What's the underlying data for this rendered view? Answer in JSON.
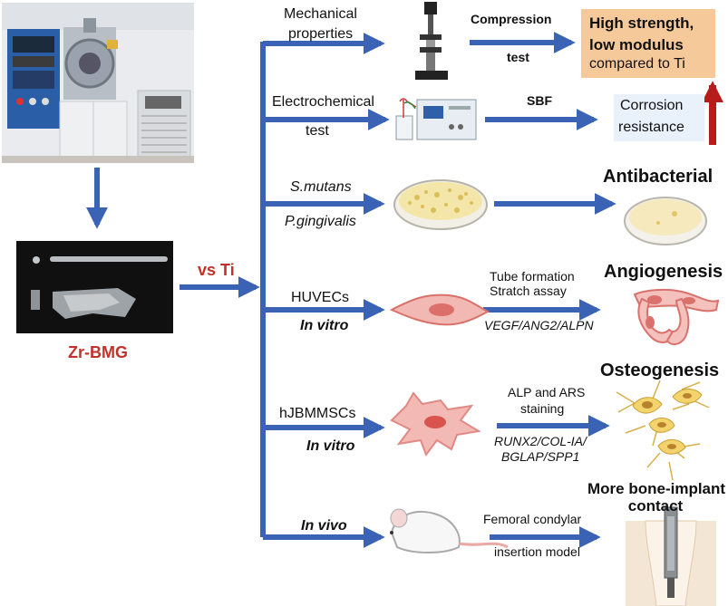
{
  "material": "Zr-BMG",
  "comparison": "vs Ti",
  "rows": [
    {
      "id": "mechanical",
      "label_lines": [
        "Mechanical",
        "properties"
      ],
      "method": "Compression",
      "method2": "test",
      "result_lines": [
        "High strength,",
        "low modulus",
        "compared to Ti"
      ]
    },
    {
      "id": "electrochemical",
      "label_lines": [
        "Electrochemical",
        "test"
      ],
      "method": "SBF",
      "result_lines": [
        "Corrosion",
        "resistance"
      ]
    },
    {
      "id": "antibacterial",
      "label_lines": [
        "S.mutans",
        "P.gingivalis"
      ],
      "result": "Antibacterial"
    },
    {
      "id": "angiogenesis",
      "label_lines": [
        "HUVECs",
        "In vitro"
      ],
      "method_lines": [
        "Tube formation",
        "Stratch assay"
      ],
      "genes": "VEGF/ANG2/ALPN",
      "result": "Angiogenesis"
    },
    {
      "id": "osteogenesis",
      "label_lines": [
        "hJBMMSCs",
        "In vitro"
      ],
      "method_lines": [
        "ALP and ARS",
        "staining"
      ],
      "genes_lines": [
        "RUNX2/COL-IA/",
        "BGLAP/SPP1"
      ],
      "result": "Osteogenesis"
    },
    {
      "id": "invivo",
      "label_lines": [
        "In vivo"
      ],
      "method_lines": [
        "Femoral condylar",
        "insertion model"
      ],
      "result_lines": [
        "More bone-implant",
        "contact"
      ]
    }
  ],
  "colors": {
    "arrow": "#3a63b5",
    "red_text": "#c0322b",
    "highlight_box": "#f6c99a",
    "light_box": "#e9f1fb",
    "red_arrow": "#b71c1c"
  }
}
